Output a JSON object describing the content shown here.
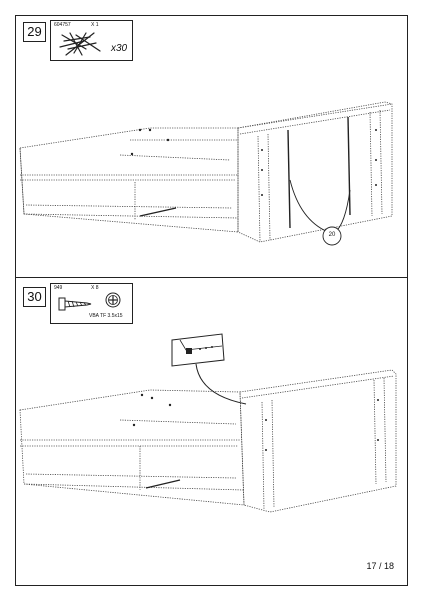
{
  "page": {
    "page_number": "17 / 18"
  },
  "steps": [
    {
      "number": "29",
      "part_code": "604757",
      "part_qty": "X 1",
      "multiplier": "x30",
      "callout": "20"
    },
    {
      "number": "30",
      "part_code": "949",
      "part_qty": "X 8",
      "part_spec": "VBA TF 3.5x15"
    }
  ],
  "icons": {
    "step29_part": "wooden-dowels-icon",
    "step30_part": "screw-icon",
    "step30_head": "phillips-head-icon",
    "detail": "magnified-detail-icon"
  }
}
